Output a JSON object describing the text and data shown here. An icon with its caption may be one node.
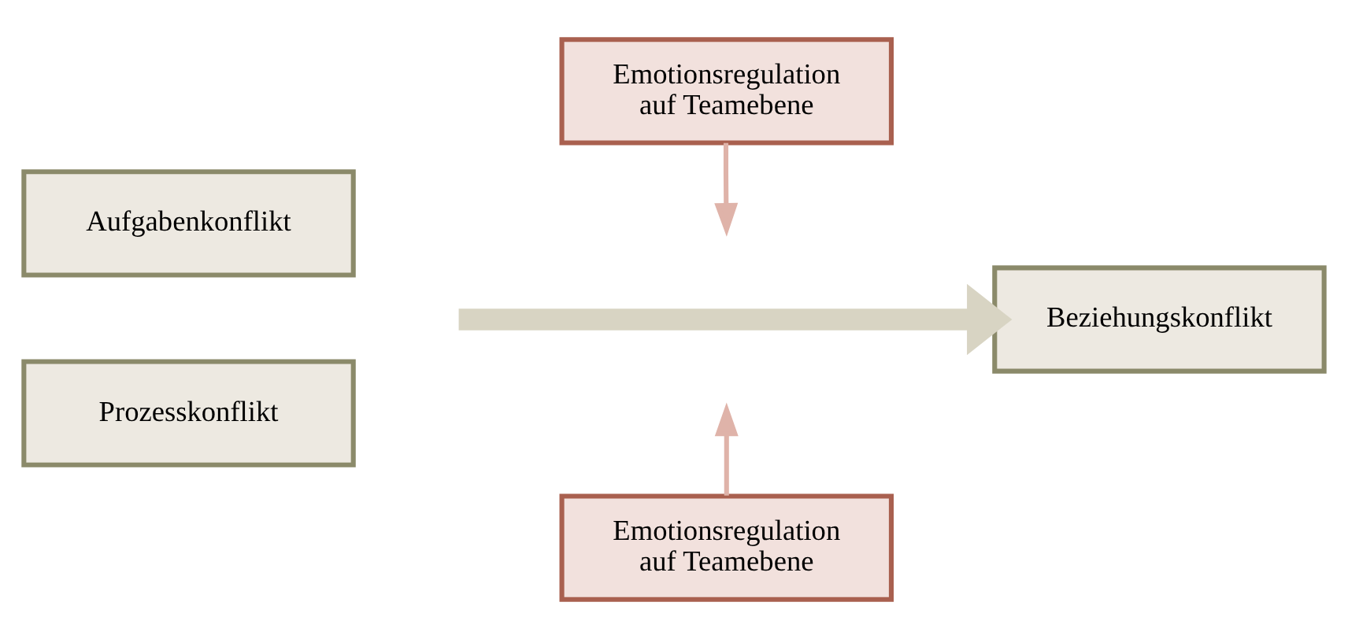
{
  "diagram": {
    "nodes": [
      {
        "text": [
          "Emotionsregulation auf Teamebene"
        ]
      },
      {
        "text": [
          "Aufgabenkonflikt"
        ]
      },
      {
        "text": [
          "Prozesskonflikt"
        ]
      },
      {
        "text": [
          "Beziehungskonflikt"
        ]
      },
      {
        "text": [
          "Emotionsregulation auf Teamebene"
        ]
      }
    ],
    "edges": [
      {
        "from": null,
        "to": 3,
        "arrow": "to",
        "style": "thick",
        "color": "#d8d4c3"
      },
      {
        "from": 0,
        "to": null,
        "arrow": "to"
      },
      {
        "from": 4,
        "to": null,
        "arrow": "to"
      }
    ]
  }
}
